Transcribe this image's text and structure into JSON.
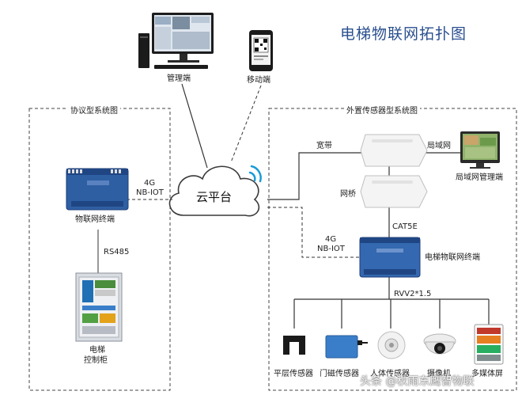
{
  "title": "电梯物联网拓扑图",
  "cloud": {
    "label": "云平台"
  },
  "top_nodes": {
    "management": "管理端",
    "mobile": "移动端"
  },
  "left_panel": {
    "title": "协议型系统图",
    "link_4g": "4G",
    "link_nbiot": "NB-IOT",
    "terminal": "物联网终端",
    "rs485": "RS485",
    "cabinet_line1": "电梯",
    "cabinet_line2": "控制柜"
  },
  "right_panel": {
    "title": "外置传感器型系统图",
    "broadband": "宽带",
    "lan": "局域网",
    "lan_manager": "局域网管理端",
    "bridge": "网桥",
    "cat5e": "CAT5E",
    "link_4g": "4G",
    "link_nbiot": "NB-IOT",
    "terminal": "电梯物联网终端",
    "cable": "RVV2*1.5",
    "sensors": [
      "平层传感器",
      "门磁传感器",
      "人体传感器",
      "摄像机",
      "多媒体屏"
    ]
  },
  "watermark": "头条 @秋雨东鹰智物联",
  "colors": {
    "title": "#2a4f8f",
    "cloud_wave": "#1a9bd7",
    "device_blue": "#2f5fa3"
  }
}
